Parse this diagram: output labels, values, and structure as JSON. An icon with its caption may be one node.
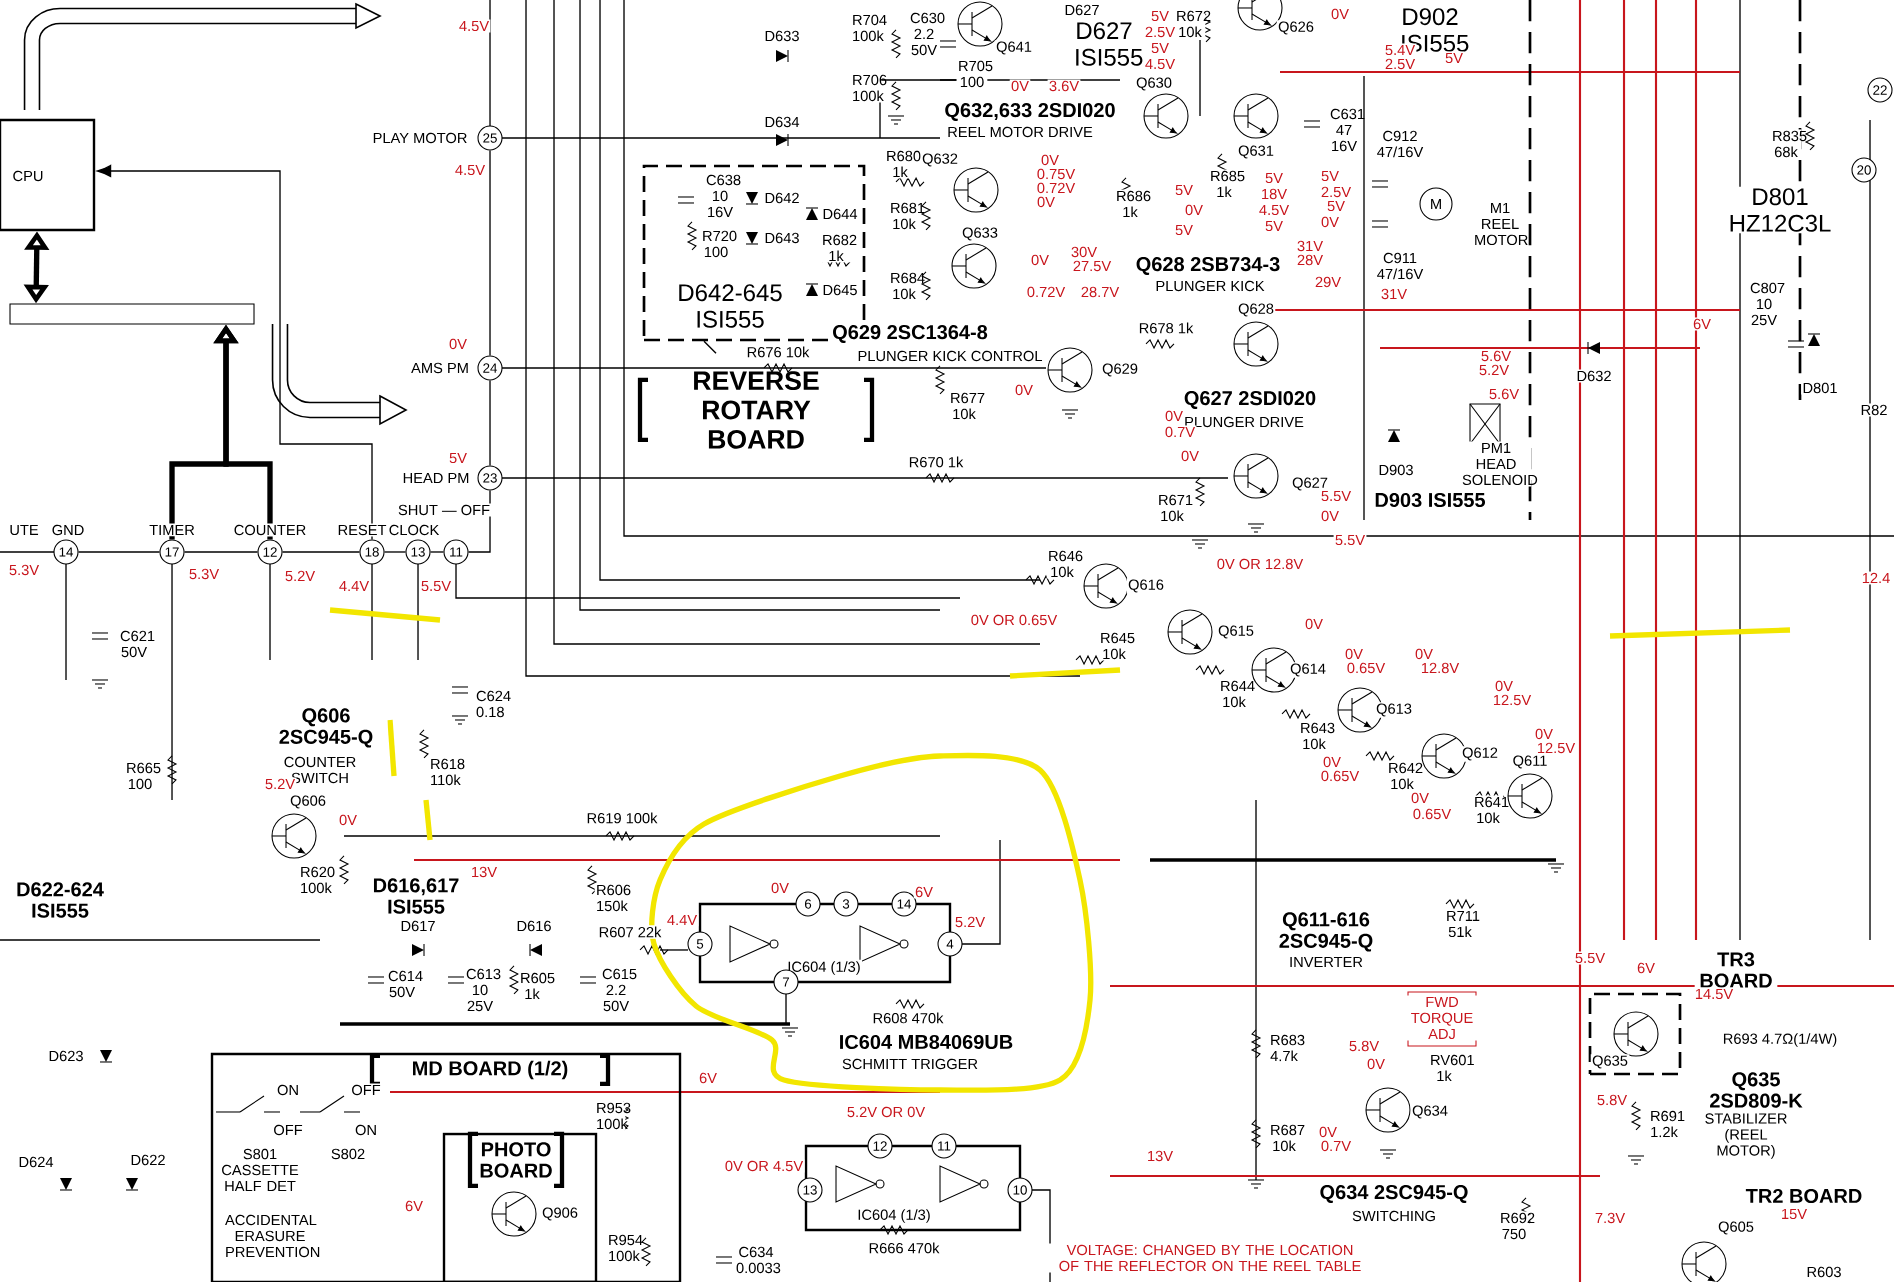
{
  "diagram": {
    "nodes": [
      {
        "text": [
          "CPU"
        ]
      },
      {
        "text": [],
        "shape": "bar"
      },
      {
        "text": [
          "D642-645 ISI555"
        ]
      },
      {
        "text": [
          "REVERSE ROTARY BOARD"
        ]
      },
      {
        "text": [
          "25"
        ]
      },
      {
        "text": [
          "24"
        ]
      },
      {
        "text": [
          "23"
        ]
      },
      {
        "text": [
          "14"
        ]
      },
      {
        "text": [
          "17"
        ]
      },
      {
        "text": [
          "12"
        ]
      },
      {
        "text": [
          "18"
        ]
      },
      {
        "text": [
          "13"
        ]
      },
      {
        "text": [
          "11"
        ]
      },
      {
        "text": [
          "IC604 (1/3)"
        ]
      },
      {
        "text": [
          "6"
        ]
      },
      {
        "text": [
          "3"
        ]
      },
      {
        "text": [
          "14"
        ]
      },
      {
        "text": [
          "5"
        ]
      },
      {
        "text": [
          "4"
        ]
      },
      {
        "text": [
          "7"
        ]
      },
      {
        "text": [
          "MD BOARD (1/2)"
        ]
      },
      {
        "text": [
          "PHOTO BOARD"
        ],
        "in": 20
      },
      {
        "text": [
          "IC604 (1/3)"
        ]
      },
      {
        "text": [
          "13"
        ]
      },
      {
        "text": [
          "12"
        ]
      },
      {
        "text": [
          "11"
        ]
      },
      {
        "text": [
          "10"
        ]
      },
      {
        "text": [
          "FWD TORQUE ADJ"
        ]
      },
      {
        "text": [
          "Q635"
        ]
      },
      {
        "text": [
          "20"
        ]
      },
      {
        "text": [
          "22"
        ]
      }
    ],
    "edges": [
      {
        "from": 0,
        "to": 1,
        "arrow": "both",
        "style": "thick"
      },
      {
        "from": 8,
        "to": 1,
        "arrow": "to",
        "style": "thick"
      },
      {
        "from": 9,
        "to": 1,
        "arrow": "to",
        "style": "thick"
      },
      {
        "from": 10,
        "to": 0,
        "arrow": "to"
      },
      {
        "from": 4,
        "to": 5,
        "arrow": "none"
      },
      {
        "from": 5,
        "to": 6,
        "arrow": "none"
      },
      {
        "from": 6,
        "to": 12,
        "arrow": "none"
      },
      {
        "from": 12,
        "to": 11,
        "arrow": "none"
      },
      {
        "from": 11,
        "to": 10,
        "arrow": "none"
      },
      {
        "from": 10,
        "to": 9,
        "arrow": "none"
      },
      {
        "from": 9,
        "to": 8,
        "arrow": "none"
      },
      {
        "from": 8,
        "to": 7,
        "arrow": "none"
      },
      {
        "from": 3,
        "to": 2,
        "arrow": "none"
      },
      {
        "from": 14,
        "to": 15,
        "arrow": "none"
      },
      {
        "from": 24,
        "to": 25,
        "arrow": "none"
      }
    ],
    "labels": [
      "4.5V",
      "PLAY MOTOR",
      "4.5V",
      "0V",
      "AMS PM",
      "5V",
      "HEAD PM",
      "UTE",
      "GND",
      "TIMER",
      "COUNTER",
      "RESET",
      "CLOCK",
      "SHUT — OFF",
      "5.3V",
      "5.3V",
      "5.2V",
      "4.4V",
      "5.5V",
      "D633",
      "D634",
      "R704 100k",
      "C630 2.2 50V",
      "R706 100k",
      "C638 10 16V",
      "R720 100",
      "D642",
      "D643",
      "D644",
      "R682 1k",
      "D645",
      "R680 1k",
      "R681 10k",
      "R684 10k",
      "Q632",
      "Q629 2SC1364-8",
      "R676 10k",
      "PLUNGER KICK CONTROL",
      "R677 10k",
      "R670 1k",
      "Q641",
      "D627",
      "D627 ISI555",
      "R705 100",
      "R672 10k",
      "Q626",
      "Q632,633 2SDI020",
      "REEL MOTOR DRIVE",
      "Q630",
      "Q631",
      "C631 47 16V",
      "D902 ISI555",
      "C912 47/16V",
      "M",
      "M1 REEL MOTOR",
      "C911 47/16V",
      "R686 1k",
      "R685 1k",
      "Q633",
      "Q628 2SB734-3",
      "PLUNGER KICK",
      "Q628",
      "R678 1k",
      "Q629",
      "Q627 2SDI020",
      "PLUNGER DRIVE",
      "PM1 HEAD SOLENOID",
      "D903",
      "D903 ISI555",
      "Q627",
      "R671 10k",
      "R646 10k",
      "Q616",
      "Q615",
      "D632",
      "R835 68k",
      "D801 HZ12C3L",
      "C807 10 25V",
      "D801",
      "R82",
      "12.4",
      "5V",
      "0V",
      "2.5V",
      "5V",
      "4.5V",
      "0V",
      "3.6V",
      "5.4V",
      "2.5V",
      "5V",
      "0V",
      "0.75V",
      "0.72V",
      "0V",
      "5V",
      "0V",
      "5V",
      "5V",
      "18V",
      "4.5V",
      "5V",
      "5V",
      "2.5V",
      "5V",
      "0V",
      "0V",
      "0.72V",
      "30V",
      "27.5V",
      "28.7V",
      "31V",
      "28V",
      "29V",
      "31V",
      "0V",
      "5.6V",
      "5.2V",
      "5.6V",
      "0V",
      "0.7V",
      "0V",
      "5.5V",
      "0V",
      "5.5V",
      "0V OR 12.8V",
      "0V OR 0.65V",
      "0V",
      "6V",
      "C621 50V",
      "Q606 2SC945-Q",
      "COUNTER SWITCH",
      "5.2V",
      "Q606",
      "0V",
      "R665 100",
      "R620 100k",
      "D622-624 ISI555",
      "C624 0.18",
      "R618 110k",
      "R619 100k",
      "D616,617 ISI555",
      "13V",
      "D617",
      "D616",
      "R606 150k",
      "R607 22k",
      "4.4V",
      "0V",
      "6V",
      "C614 50V",
      "C613 10 25V",
      "R605 1k",
      "C615 2.2 50V",
      "R608 470k",
      "IC604 MB84069UB",
      "SCHMITT TRIGGER",
      "6V",
      "D623",
      "ON",
      "OFF",
      "OFF",
      "ON",
      "S801 CASSETTE HALF DET",
      "S802",
      "ACCIDENTAL ERASURE PREVENTION",
      "D624",
      "D622",
      "6V",
      "R953 100k",
      "Q906",
      "R954 100k",
      "5.2V OR 0V",
      "0V OR 4.5V",
      "C634 0.0033",
      "R666 470k",
      "R645 10k",
      "Q614",
      "R644 10k",
      "Q613",
      "R643 10k",
      "Q612",
      "R642 10k",
      "Q611",
      "R641 10k",
      "0V",
      "0.65V",
      "0V",
      "12.8V",
      "0V",
      "12.5V",
      "0V",
      "12.5V",
      "0V",
      "0.65V",
      "0V",
      "0.65V",
      "Q611-616 2SC945-Q",
      "INVERTER",
      "R711 51k",
      "5.2V",
      "TR3 BOARD",
      "5.5V",
      "6V",
      "14.5V",
      "R693 4.7Ω(1/4W)",
      "Q635 2SD809-K",
      "STABILIZER (REEL MOTOR)",
      "5.8V",
      "R691 1.2k",
      "RV601 1k",
      "5.8V",
      "0V",
      "Q634",
      "R683 4.7k",
      "R687 10k",
      "0V",
      "0.7V",
      "13V",
      "Q634 2SC945-Q",
      "SWITCHING",
      "R692 750",
      "TR2 BOARD",
      "Q605",
      "7.3V",
      "15V",
      "R603",
      "VOLTAGE: CHANGED BY THE LOCATION OF THE REFLECTOR ON THE REEL TABLE"
    ]
  }
}
